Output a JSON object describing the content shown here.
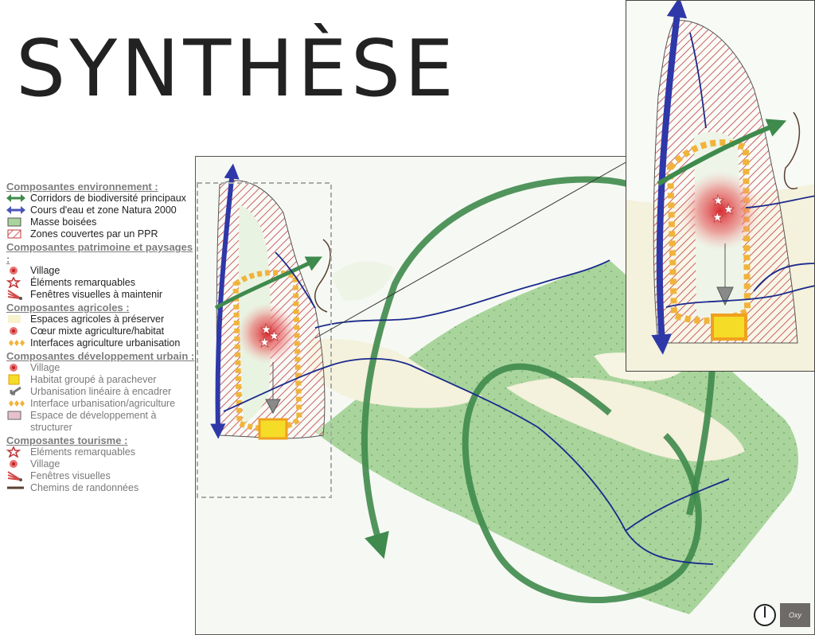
{
  "title": "SYNTHÈSE",
  "legend": {
    "sections": [
      {
        "heading": "Composantes environnement :",
        "items": [
          {
            "symbol": "green-double-arrow-icon",
            "label": "Corridors de biodiversité principaux"
          },
          {
            "symbol": "blue-double-arrow-icon",
            "label": "Cours d'eau et zone Natura 2000"
          },
          {
            "symbol": "green-box-icon",
            "label": "Masse boisées"
          },
          {
            "symbol": "red-hatch-icon",
            "label": "Zones couvertes par un PPR"
          }
        ]
      },
      {
        "heading": "Composantes patrimoine et paysages :",
        "items": [
          {
            "symbol": "red-dot-icon",
            "label": "Village"
          },
          {
            "symbol": "red-star-icon",
            "label": "Éléments remarquables"
          },
          {
            "symbol": "view-fan-icon",
            "label": "Fenêtres visuelles à maintenir"
          }
        ]
      },
      {
        "heading": "Composantes agricoles :",
        "items": [
          {
            "symbol": "pale-box-icon",
            "label": "Espaces agricoles à préserver"
          },
          {
            "symbol": "red-dot-icon",
            "label": "Cœur mixte agriculture/habitat"
          },
          {
            "symbol": "diamonds-icon",
            "label": "Interfaces agriculture urbanisation"
          }
        ]
      },
      {
        "heading": "Composantes développement urbain :",
        "grey": true,
        "items": [
          {
            "symbol": "red-dot-icon",
            "label": "Village"
          },
          {
            "symbol": "yellow-box-icon",
            "label": "Habitat groupé à parachever"
          },
          {
            "symbol": "grey-arrow-icon",
            "label": "Urbanisation linéaire à encadrer"
          },
          {
            "symbol": "diamonds-icon",
            "label": "Interface urbanisation/agriculture"
          },
          {
            "symbol": "pink-box-icon",
            "label": "Espace de développement à structurer"
          }
        ]
      },
      {
        "heading": "Composantes tourisme :",
        "grey": true,
        "items": [
          {
            "symbol": "red-star-icon",
            "label": "Eléments remarquables"
          },
          {
            "symbol": "red-dot-icon",
            "label": "Village"
          },
          {
            "symbol": "view-fan-icon",
            "label": "Fenêtres visuelles"
          },
          {
            "symbol": "brown-line-icon",
            "label": "Chemins de randonnées"
          }
        ]
      }
    ]
  },
  "colors": {
    "forest": "#a9d59d",
    "agri": "#f4f1dc",
    "corridor": "#3f8a4d",
    "river": "#1b2a8c",
    "natura": "#4a55b8",
    "hatch": "#c0393b",
    "diamond": "#f0b43c",
    "yellow": "#f5dc27",
    "trail": "#5a4030",
    "village": "#e05050"
  },
  "logo_text": "Oxy"
}
